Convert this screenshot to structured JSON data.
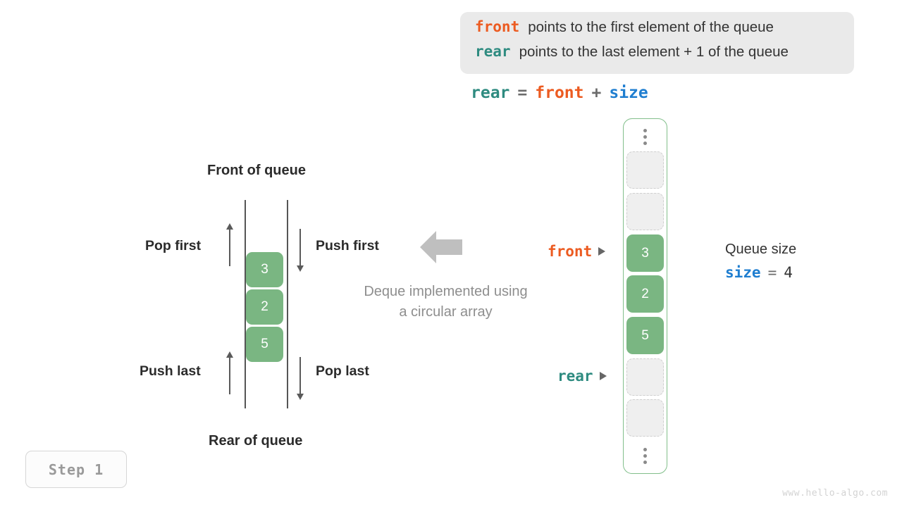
{
  "legend": {
    "lines": [
      {
        "keyword": "front",
        "keyword_color": "#ec5b21",
        "text": "points to the first element of the queue"
      },
      {
        "keyword": "rear",
        "keyword_color": "#2e8b80",
        "text": "points to the last element + 1 of the queue"
      }
    ],
    "background": "#eaeaea"
  },
  "formula": {
    "lhs": "rear",
    "eq": "=",
    "rhs1": "front",
    "plus": "+",
    "rhs2": "size"
  },
  "deque": {
    "title_top": "Front of queue",
    "title_bottom": "Rear of queue",
    "cells": [
      "3",
      "2",
      "5"
    ],
    "cell_color": "#7ab682",
    "operations": [
      {
        "name": "pop-first",
        "label": "Pop first",
        "direction": "up"
      },
      {
        "name": "push-first",
        "label": "Push first",
        "direction": "down"
      },
      {
        "name": "push-last",
        "label": "Push last",
        "direction": "up"
      },
      {
        "name": "pop-last",
        "label": "Pop last",
        "direction": "down"
      }
    ],
    "caption_line1": "Deque implemented using",
    "caption_line2": "a circular array",
    "caption_color": "#8e8e8e",
    "big_arrow_color": "#bfbfbf"
  },
  "array": {
    "border_color": "#82bf8b",
    "slots": [
      {
        "type": "ellipsis",
        "value": ""
      },
      {
        "type": "empty",
        "value": ""
      },
      {
        "type": "empty",
        "value": ""
      },
      {
        "type": "filled",
        "value": "3"
      },
      {
        "type": "filled",
        "value": "2"
      },
      {
        "type": "filled",
        "value": "5"
      },
      {
        "type": "empty",
        "value": ""
      },
      {
        "type": "empty",
        "value": ""
      },
      {
        "type": "ellipsis",
        "value": ""
      }
    ],
    "pointers": [
      {
        "name": "front",
        "label": "front",
        "color": "#ec5b21",
        "target_slot": 3
      },
      {
        "name": "rear",
        "label": "rear",
        "color": "#2e8b80",
        "target_slot": 6
      }
    ]
  },
  "queue_size": {
    "title": "Queue size",
    "keyword": "size",
    "keyword_color": "#1f7ed0",
    "eq": "=",
    "value": "4"
  },
  "step_badge": {
    "label": "Step 1"
  },
  "watermark": {
    "text": "www.hello-algo.com"
  }
}
